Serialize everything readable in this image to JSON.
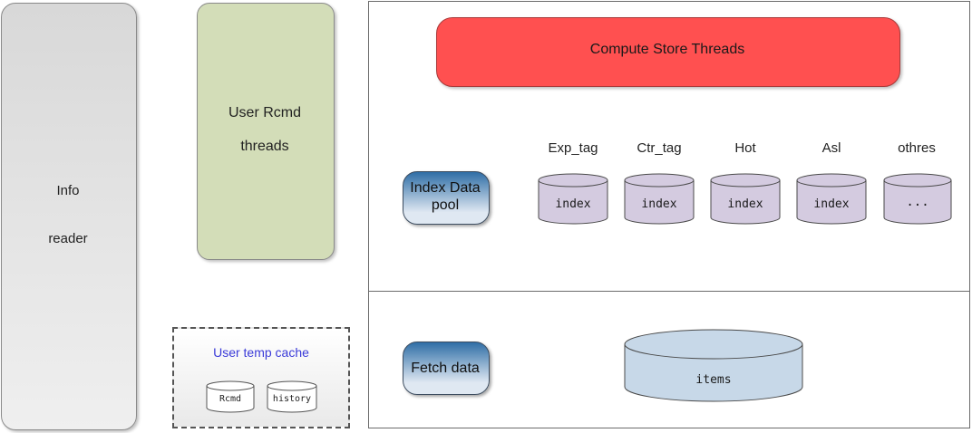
{
  "info": {
    "line1": "Info",
    "line2": "reader"
  },
  "user_rcmd": {
    "line1": "User Rcmd",
    "line2": "threads"
  },
  "temp_cache": {
    "title": "User temp cache",
    "cylinders": [
      "Rcmd",
      "history"
    ]
  },
  "compute": {
    "label": "Compute Store Threads"
  },
  "index_pool": {
    "line1": "Index Data",
    "line2": "pool"
  },
  "index_columns": [
    {
      "header": "Exp_tag",
      "cylinder": "index"
    },
    {
      "header": "Ctr_tag",
      "cylinder": "index"
    },
    {
      "header": "Hot",
      "cylinder": "index"
    },
    {
      "header": "Asl",
      "cylinder": "index"
    },
    {
      "header": "othres",
      "cylinder": "..."
    }
  ],
  "fetch": {
    "label": "Fetch data"
  },
  "items": {
    "label": "items"
  },
  "colors": {
    "info_fill": "#e0e0e0",
    "rcmd_fill": "#d3ddb8",
    "compute_fill": "#ff5050",
    "index_cylinder_fill": "#d4cbe0",
    "items_cylinder_fill": "#c7d8e8",
    "pill_top": "#2f6ea6",
    "cache_title": "#3a3ad8"
  }
}
